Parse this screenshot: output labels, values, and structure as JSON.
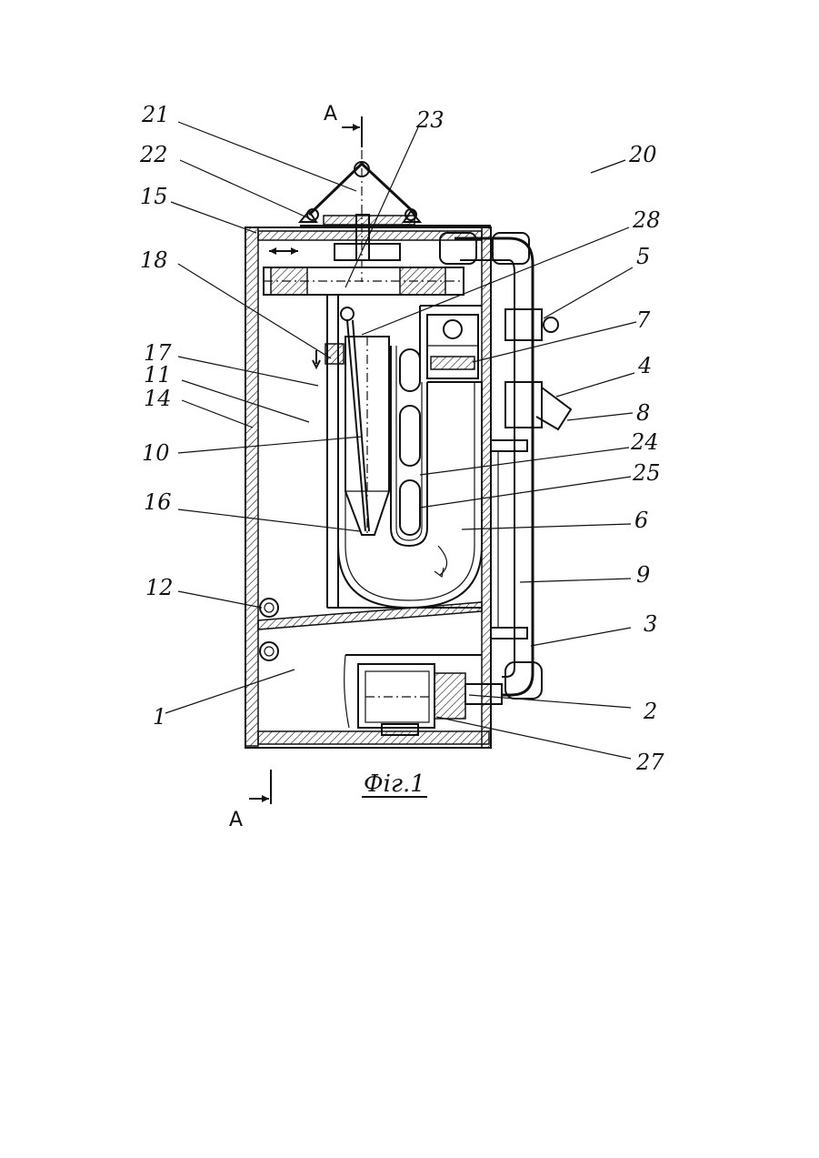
{
  "figure": {
    "caption": "Фіг.1",
    "section_marks": [
      "A",
      "A"
    ],
    "callouts": [
      {
        "id": "21",
        "text": "21"
      },
      {
        "id": "22",
        "text": "22"
      },
      {
        "id": "15",
        "text": "15"
      },
      {
        "id": "18",
        "text": "18"
      },
      {
        "id": "17",
        "text": "17"
      },
      {
        "id": "11",
        "text": "11"
      },
      {
        "id": "14",
        "text": "14"
      },
      {
        "id": "10",
        "text": "10"
      },
      {
        "id": "16",
        "text": "16"
      },
      {
        "id": "12",
        "text": "12"
      },
      {
        "id": "1",
        "text": "1"
      },
      {
        "id": "23",
        "text": "23"
      },
      {
        "id": "20",
        "text": "20"
      },
      {
        "id": "28",
        "text": "28"
      },
      {
        "id": "5",
        "text": "5"
      },
      {
        "id": "7",
        "text": "7"
      },
      {
        "id": "4",
        "text": "4"
      },
      {
        "id": "8",
        "text": "8"
      },
      {
        "id": "24",
        "text": "24"
      },
      {
        "id": "25",
        "text": "25"
      },
      {
        "id": "6",
        "text": "6"
      },
      {
        "id": "9",
        "text": "9"
      },
      {
        "id": "3",
        "text": "3"
      },
      {
        "id": "2",
        "text": "2"
      },
      {
        "id": "27",
        "text": "27"
      }
    ]
  }
}
